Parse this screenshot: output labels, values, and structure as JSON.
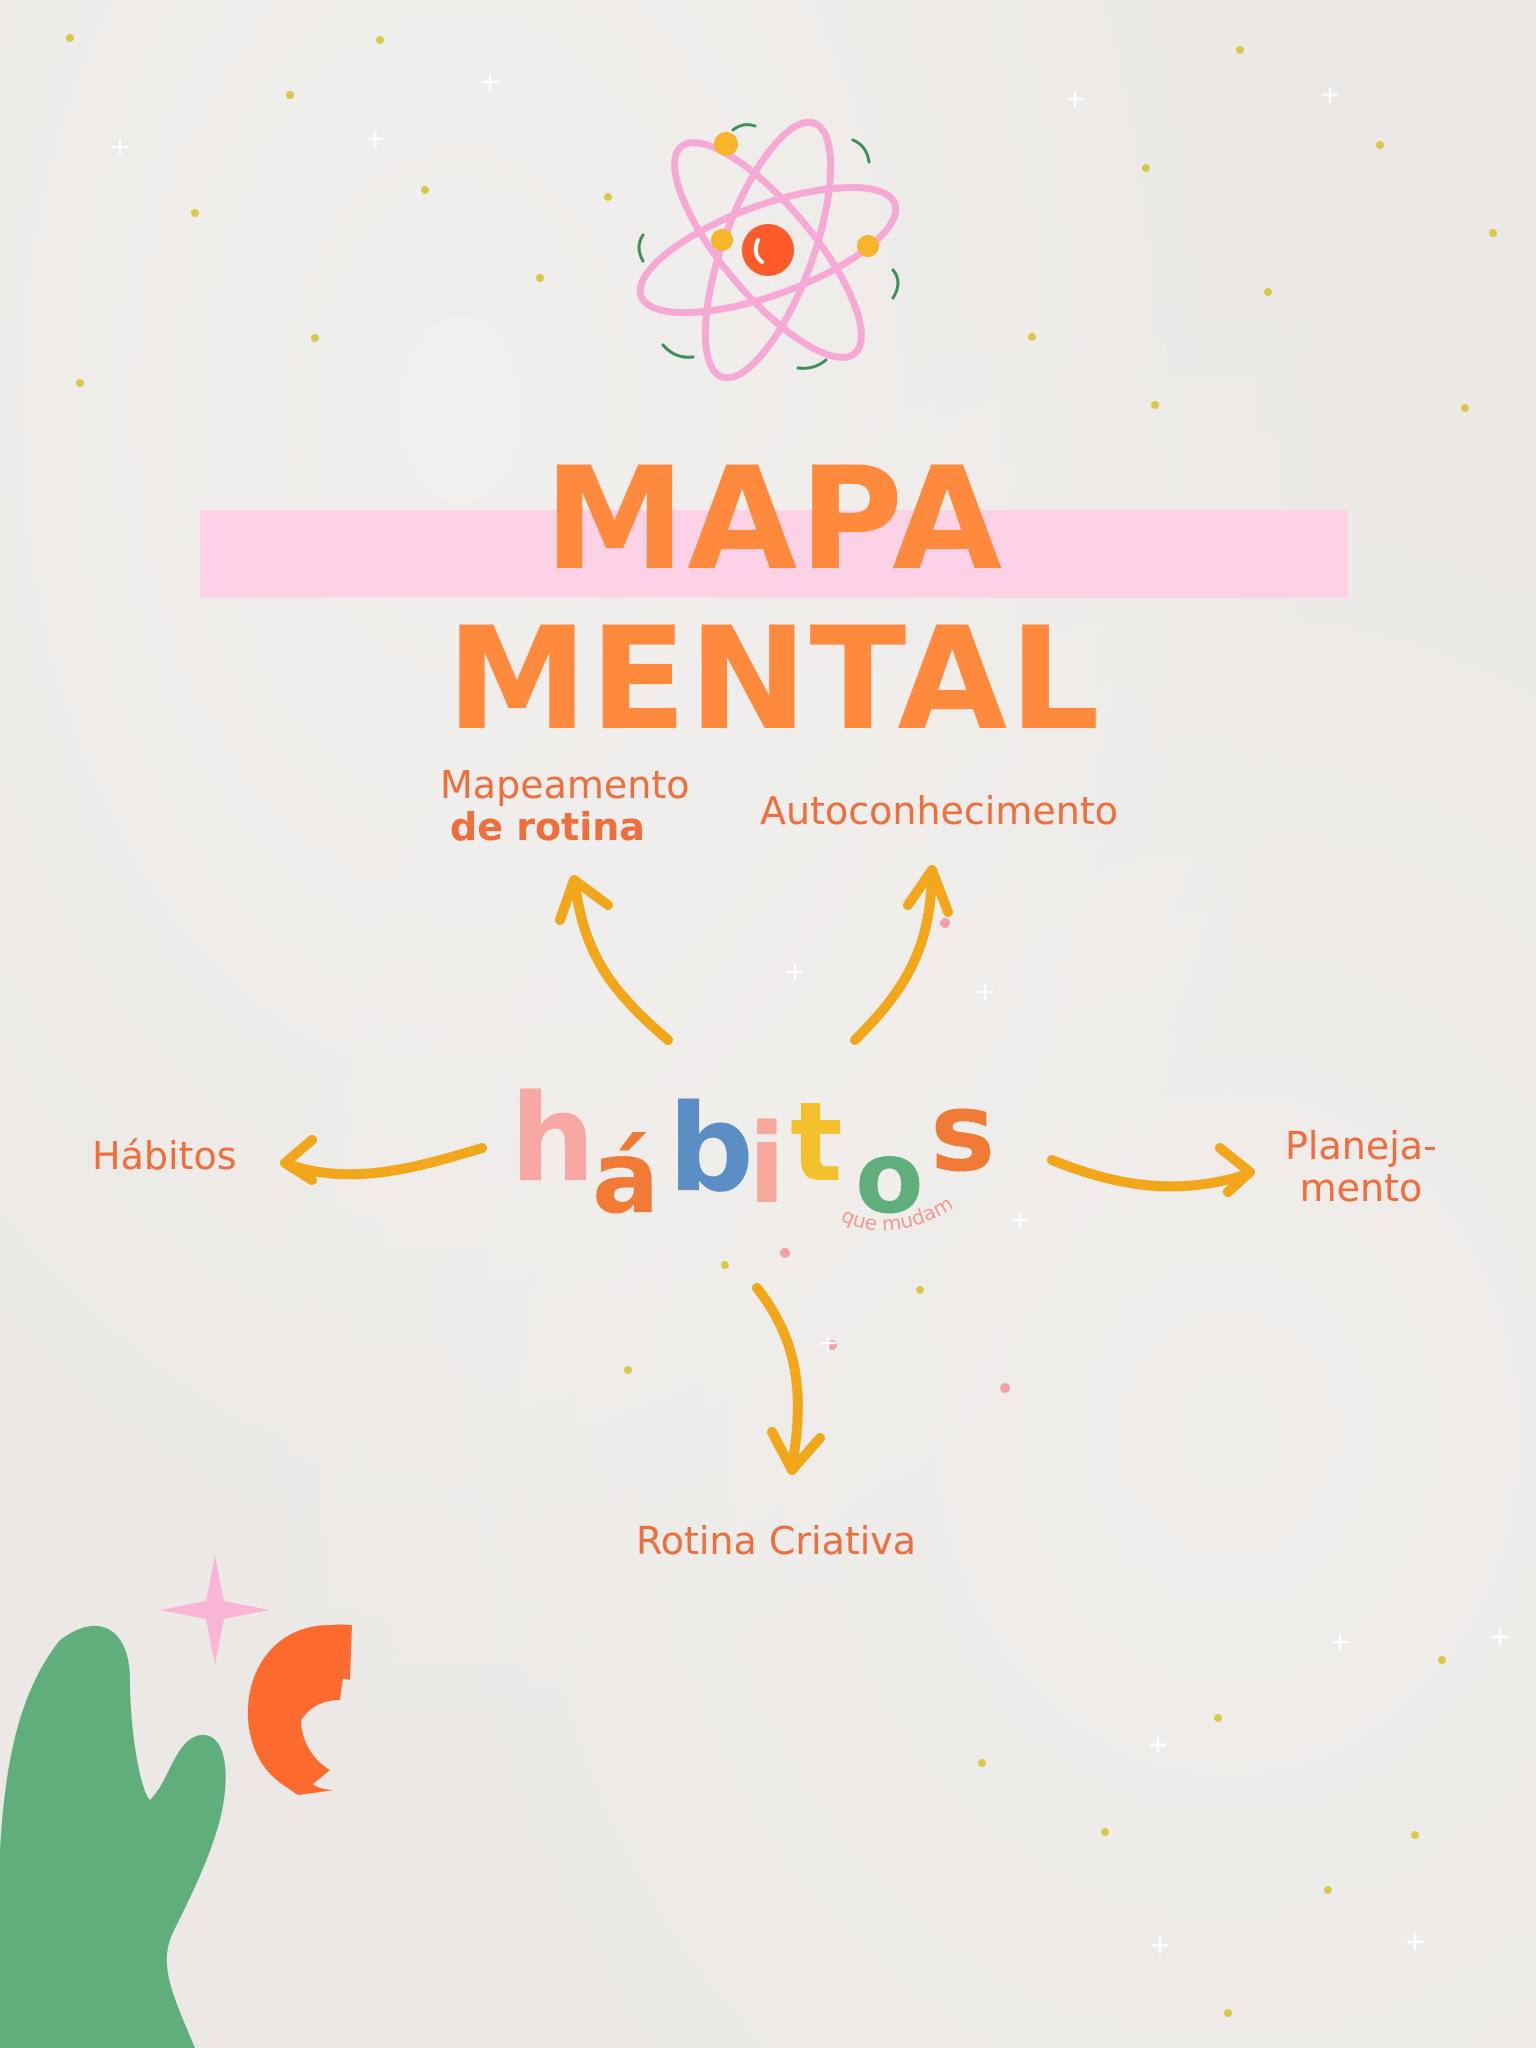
{
  "title": "MAPA MENTAL",
  "center": {
    "letters": [
      "h",
      "á",
      "b",
      "i",
      "t",
      "o",
      "s"
    ],
    "letter_colors": [
      "#f7a8a5",
      "#f07a36",
      "#5b8ec4",
      "#f5a89b",
      "#f3c12c",
      "#5fae7c",
      "#f07a36"
    ],
    "subtitle": "que mudam"
  },
  "nodes": {
    "top_left_line1": "Mapeamento",
    "top_left_line2": "de rotina",
    "top_right": "Autoconhecimento",
    "left": "Hábitos",
    "right_line1": "Planeja-",
    "right_line2": "mento",
    "bottom": "Rotina Criativa"
  },
  "colors": {
    "title": "#ff8a3d",
    "highlight": "#fdd1e6",
    "node_text": "#f06d3c",
    "arrow": "#f2a71b",
    "leaf": "#5fae7c",
    "orange_shape": "#ff6a2f",
    "sparkle": "#f9b5d6",
    "atom_orbit": "#f6a9d4"
  }
}
